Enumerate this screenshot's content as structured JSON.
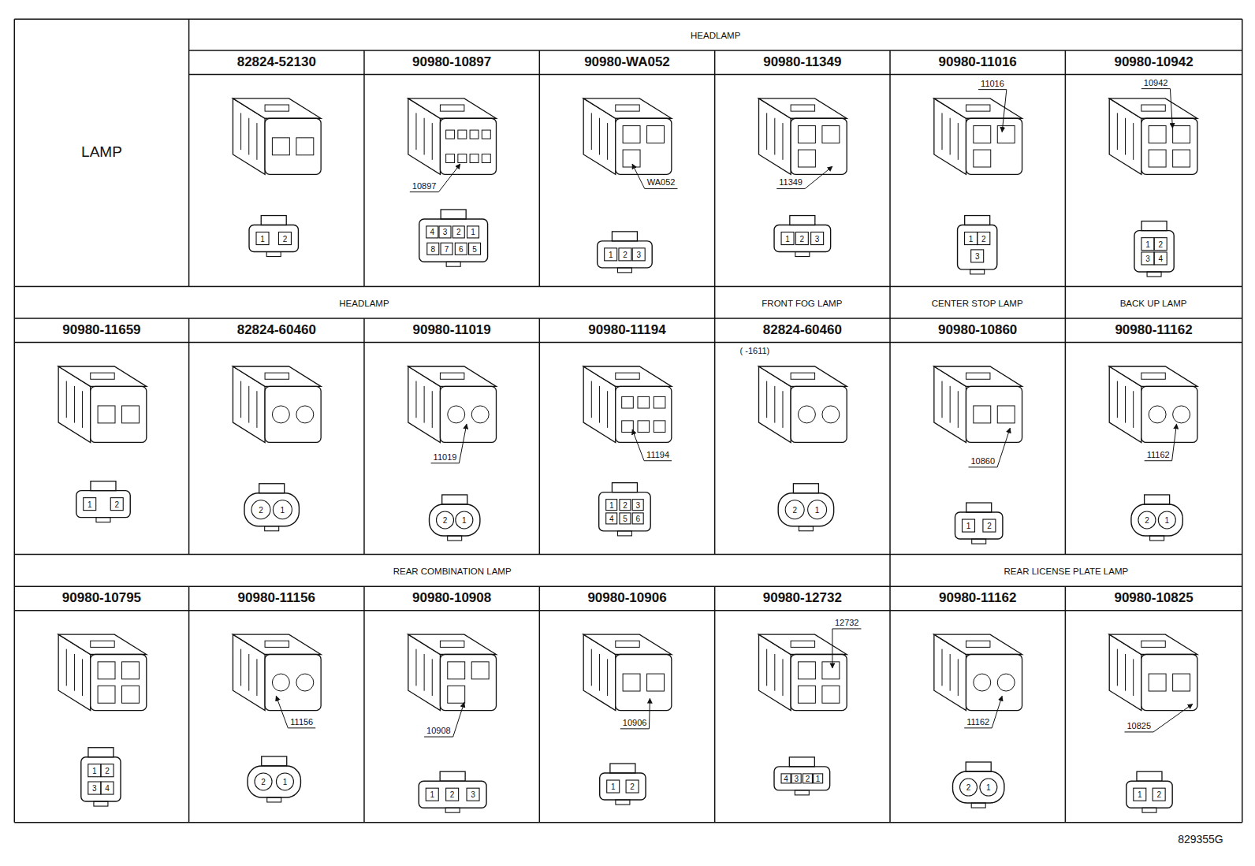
{
  "diagram": {
    "labels": [
      "LAMP",
      "HEADLAMP",
      "82824-52130",
      "1",
      "2",
      "90980-10897",
      "10897",
      "4",
      "3",
      "2",
      "1",
      "8",
      "7",
      "6",
      "5",
      "90980-WA052",
      "WA052",
      "1",
      "2",
      "3",
      "90980-11349",
      "11349",
      "1",
      "2",
      "3",
      "90980-11016",
      "11016",
      "1",
      "2",
      "3",
      "90980-10942",
      "10942",
      "1",
      "2",
      "3",
      "4",
      "HEADLAMP",
      "FRONT FOG LAMP",
      "CENTER STOP LAMP",
      "BACK UP LAMP",
      "90980-11659",
      "1",
      "2",
      "82824-60460",
      "2",
      "1",
      "90980-11019",
      "11019",
      "2",
      "1",
      "90980-11194",
      "11194",
      "1",
      "2",
      "3",
      "4",
      "5",
      "6",
      "82824-60460",
      "( -1611)",
      "2",
      "1",
      "90980-10860",
      "10860",
      "1",
      "2",
      "90980-11162",
      "11162",
      "2",
      "1",
      "REAR COMBINATION LAMP",
      "REAR LICENSE PLATE LAMP",
      "90980-10795",
      "1",
      "2",
      "3",
      "4",
      "90980-11156",
      "11156",
      "2",
      "1",
      "90980-10908",
      "10908",
      "1",
      "2",
      "3",
      "90980-10906",
      "10906",
      "1",
      "2",
      "90980-12732",
      "12732",
      "4",
      "3",
      "2",
      "1",
      "90980-11162",
      "11162",
      "2",
      "1",
      "90980-10825",
      "10825",
      "1",
      "2",
      "829355G"
    ]
  }
}
